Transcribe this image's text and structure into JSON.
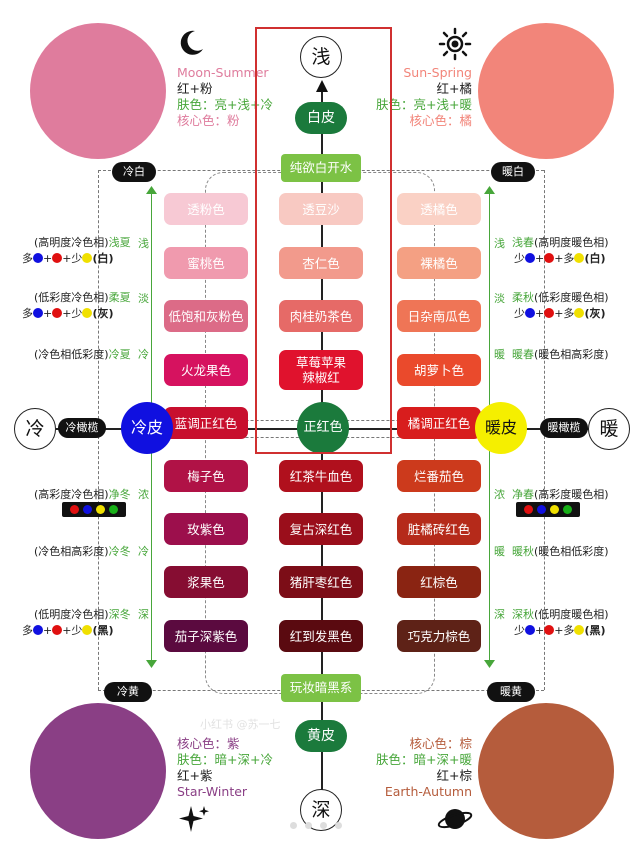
{
  "seasons": {
    "summer": {
      "en": "Moon-Summer",
      "line1": "红+粉",
      "skin": "肤色：亮+浅+冷",
      "core": "核心色：粉",
      "color": "#df7c9d"
    },
    "spring": {
      "en": "Sun-Spring",
      "line1": "红+橘",
      "skin": "肤色：亮+浅+暖",
      "core": "核心色：橘",
      "color": "#f2857a"
    },
    "winter": {
      "en": "Star-Winter",
      "line1": "红+紫",
      "skin": "肤色：暗+深+冷",
      "core": "核心色：紫",
      "color": "#8a3f85"
    },
    "autumn": {
      "en": "Earth-Autumn",
      "line1": "红+棕",
      "skin": "肤色：暗+深+暖",
      "core": "核心色：棕",
      "color": "#b55c3c"
    }
  },
  "axis": {
    "light": "浅",
    "deep": "深",
    "cool": "冷",
    "warm": "暖",
    "white_skin": "白皮",
    "yellow_skin": "黄皮",
    "cool_skin": "冷皮",
    "warm_skin": "暖皮",
    "neutral": "正红色",
    "pure_white": "纯欲白开水",
    "deep_black": "玩妆暗黑系",
    "cool_white": "冷白",
    "warm_white": "暖白",
    "cool_yellow": "冷黄",
    "warm_yellow": "暖黄",
    "cool_olive": "冷橄榄",
    "warm_olive": "暖橄榄"
  },
  "side_marks": {
    "l1": "浅",
    "l2": "淡",
    "l3": "冷",
    "l4": "浓",
    "l5": "冷",
    "l6": "深",
    "r1": "浅",
    "r2": "淡",
    "r3": "暖",
    "r4": "浓",
    "r5": "暖",
    "r6": "深"
  },
  "left_desc": {
    "d1": "(高明度冷色相)",
    "n1": "浅夏",
    "f1a": "多",
    "f1b": "+",
    "f1c": "+少",
    "f1d": "(白)",
    "d2": "(低彩度冷色相)",
    "n2": "柔夏",
    "f2a": "多",
    "f2b": "+",
    "f2c": "+少",
    "f2d": "(灰)",
    "d3": "(冷色相低彩度)",
    "n3": "冷夏",
    "d4": "(高彩度冷色相)",
    "n4": "净冬",
    "d5": "(冷色相高彩度)",
    "n5": "冷冬",
    "d6": "(低明度冷色相)",
    "n6": "深冬",
    "f6a": "多",
    "f6b": "+",
    "f6c": "+少",
    "f6d": "(黑)"
  },
  "right_desc": {
    "n1": "浅春",
    "d1": "(高明度暖色相)",
    "f1a": "少",
    "f1b": "+",
    "f1c": "+多",
    "f1d": "(白)",
    "n2": "柔秋",
    "d2": "(低彩度暖色相)",
    "f2a": "少",
    "f2b": "+",
    "f2c": "+多",
    "f2d": "(灰)",
    "n3": "暖春",
    "d3": "(暖色相高彩度)",
    "n4": "净春",
    "d4": "(高彩度暖色相)",
    "n5": "暖秋",
    "d5": "(暖色相低彩度)",
    "n6": "深秋",
    "d6": "(低明度暖色相)",
    "f6a": "少",
    "f6b": "+",
    "f6c": "+多",
    "f6d": "(黑)"
  },
  "swatches": {
    "left": [
      {
        "label": "透粉色",
        "color": "#f7c9d4"
      },
      {
        "label": "蜜桃色",
        "color": "#f09aae"
      },
      {
        "label": "低饱和灰粉色",
        "color": "#dc6b87"
      },
      {
        "label": "火龙果色",
        "color": "#d6125f"
      },
      {
        "label": "蓝调正红色",
        "color": "#c80f2e"
      },
      {
        "label": "梅子色",
        "color": "#b01246"
      },
      {
        "label": "玫紫色",
        "color": "#9c0f4c"
      },
      {
        "label": "浆果色",
        "color": "#860d32"
      },
      {
        "label": "茄子深紫色",
        "color": "#5b0a3f"
      }
    ],
    "center": [
      {
        "label": "透豆沙",
        "color": "#f8c9c2"
      },
      {
        "label": "杏仁色",
        "color": "#f29a8c"
      },
      {
        "label": "肉桂奶茶色",
        "color": "#e66a67"
      },
      {
        "label": "草莓苹果\n辣椒红",
        "color": "#e0122d"
      },
      {
        "label": "正红色",
        "color": "#d40c1e"
      },
      {
        "label": "红茶牛血色",
        "color": "#b0101d"
      },
      {
        "label": "复古深红色",
        "color": "#9a0e1b"
      },
      {
        "label": "猪肝枣红色",
        "color": "#7c0d17"
      },
      {
        "label": "红到发黑色",
        "color": "#5a0a10"
      }
    ],
    "right": [
      {
        "label": "透橘色",
        "color": "#fad1c5"
      },
      {
        "label": "裸橘色",
        "color": "#f4a083"
      },
      {
        "label": "日杂南瓜色",
        "color": "#ef7556"
      },
      {
        "label": "胡萝卜色",
        "color": "#ea4a2c"
      },
      {
        "label": "橘调正红色",
        "color": "#d81d1d"
      },
      {
        "label": "烂番茄色",
        "color": "#cc3a1c"
      },
      {
        "label": "脏橘砖红色",
        "color": "#b52a1a"
      },
      {
        "label": "红棕色",
        "color": "#8a2412"
      },
      {
        "label": "巧克力棕色",
        "color": "#5e2217"
      }
    ]
  },
  "dot_colors": {
    "blue": "#1010e0",
    "red": "#e01010",
    "yellow": "#f0e000",
    "green": "#18b018"
  },
  "highlight_color": "#d03030",
  "watermark": "小红书 @苏一七"
}
